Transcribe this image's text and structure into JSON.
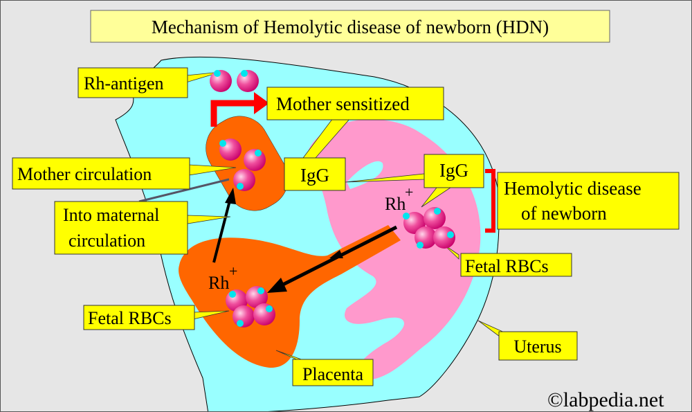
{
  "title": "Mechanism of Hemolytic disease of newborn (HDN)",
  "labels": {
    "rh_antigen": "Rh-antigen",
    "mother_sensitized": "Mother sensitized",
    "mother_circulation": "Mother circulation",
    "igg_left": "IgG",
    "igg_right": "IgG",
    "hdn_line1": "Hemolytic disease",
    "hdn_line2": "of newborn",
    "into_maternal_line1": "Into maternal",
    "into_maternal_line2": "circulation",
    "fetal_rbcs_right": "Fetal RBCs",
    "fetal_rbcs_left": "Fetal RBCs",
    "uterus": "Uterus",
    "placenta": "Placenta",
    "rh": "Rh",
    "plus": "+",
    "copyright": "©labpedia.net"
  },
  "colors": {
    "label_bg": "#ffff00",
    "uterus": "#99ffff",
    "fetus": "#ff99cc",
    "placenta": "#ff6600",
    "rbc": "#e6157a",
    "antigen": "#00e5ee",
    "bracket": "#ff0000"
  }
}
